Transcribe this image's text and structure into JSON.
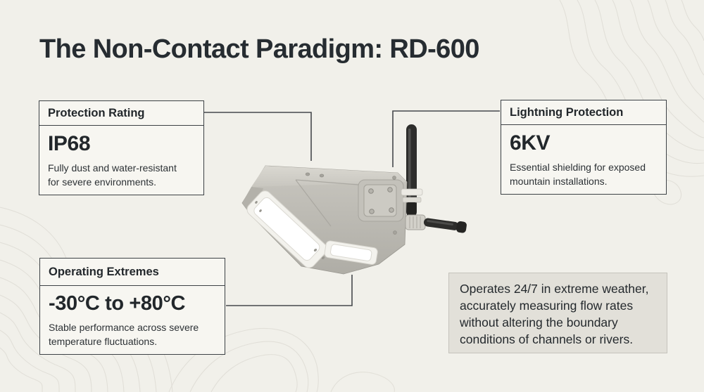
{
  "title": "The Non-Contact Paradigm: RD-600",
  "callouts": [
    {
      "heading": "Protection Rating",
      "value": "IP68",
      "description_lines": [
        "Fully dust and water-resistant",
        "for severe environments."
      ]
    },
    {
      "heading": "Lightning Protection",
      "value": "6KV",
      "description_lines": [
        "Essential shielding for exposed",
        "mountain installations."
      ]
    },
    {
      "heading": "Operating Extremes",
      "value": "-30°C to +80°C",
      "description_lines": [
        "Stable performance across severe",
        "temperature fluctuations."
      ]
    }
  ],
  "note": {
    "lines": [
      "Operates 24/7 in extreme weather,",
      "accurately measuring flow rates",
      "without altering the boundary",
      "conditions of channels or rivers."
    ]
  },
  "colors": {
    "background": "#f1f0ea",
    "panel_bg": "#f7f6f1",
    "panel_border": "#3c4145",
    "note_bg": "#e2e0d9",
    "text_primary": "#22272b",
    "text_secondary": "#2c3135",
    "connector": "#46494c",
    "contour": "#e1dfd8",
    "device_gray": "#c0beb7",
    "antenna_black": "#2d2d2b"
  }
}
